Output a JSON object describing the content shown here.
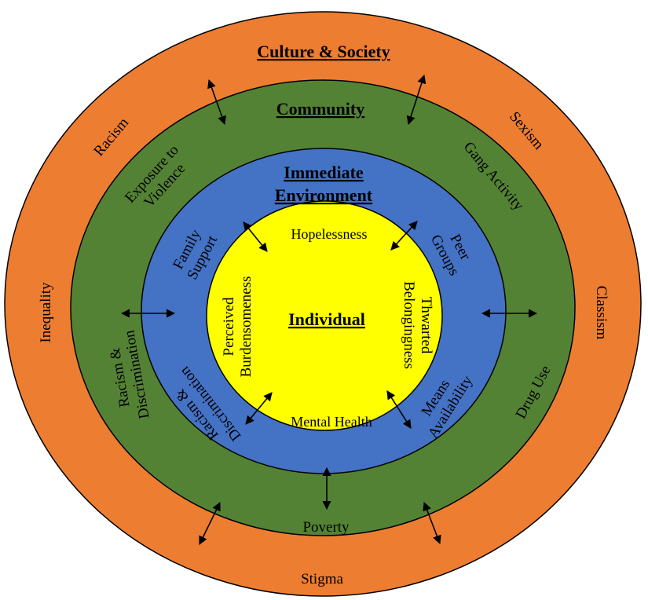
{
  "colors": {
    "society": "#ED7D31",
    "community": "#548235",
    "environment": "#4472C4",
    "individual": "#FFFF00",
    "outline": "#000000"
  },
  "society": {
    "title": "Culture & Society",
    "labels": {
      "racism": "Racism",
      "sexism": "Sexism",
      "inequality": "Inequality",
      "classism": "Classism",
      "stigma": "Stigma"
    }
  },
  "community": {
    "title": "Community",
    "labels": {
      "exposure_line1": "Exposure to",
      "exposure_line2": "Violence",
      "gang_activity": "Gang Activity",
      "racism_line1": "Racism &",
      "racism_line2": "Discrimination",
      "drug_use": "Drug Use",
      "poverty": "Poverty"
    }
  },
  "environment": {
    "title_line1": "Immediate",
    "title_line2": "Environment",
    "labels": {
      "family_line1": "Family",
      "family_line2": "Support",
      "peer_line1": "Peer",
      "peer_line2": "Groups",
      "racism_line1": "Racism &",
      "racism_line2": "Discrimination",
      "means_line1": "Means",
      "means_line2": "Availability"
    }
  },
  "individual": {
    "title": "Individual",
    "labels": {
      "hopelessness": "Hopelessness",
      "perceived_line1": "Perceived",
      "perceived_line2": "Burdensomeness",
      "thwarted_line1": "Thwarted",
      "thwarted_line2": "Belongingness",
      "mental_health": "Mental Health"
    }
  }
}
